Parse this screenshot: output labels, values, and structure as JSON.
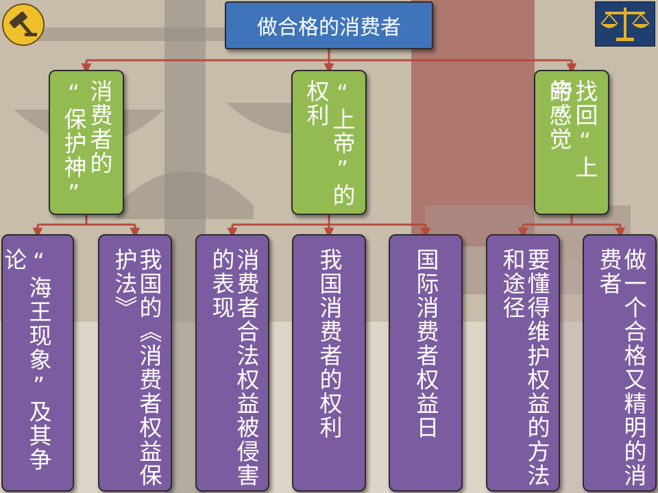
{
  "root": {
    "label": "做合格的消费者"
  },
  "branches": [
    {
      "label": "“消费者的保护神”",
      "lines": [
        "消费者的",
        "“保护神”"
      ],
      "children": [
        {
          "lines": [
            "“海王现象”及其争论"
          ]
        },
        {
          "lines": [
            "我国的《消费者权益保",
            "护法》"
          ]
        }
      ]
    },
    {
      "label": "“上帝”的权利",
      "lines": [
        "“上帝”的",
        "权利"
      ],
      "children": [
        {
          "lines": [
            "消费者合法权益被侵害",
            "的表现"
          ]
        },
        {
          "lines": [
            "我国消费者的权利"
          ]
        },
        {
          "lines": [
            "国际消费者权益日"
          ]
        }
      ]
    },
    {
      "label": "找回“上帝”的感觉",
      "lines": [
        "找回“上帝”",
        "的感觉"
      ],
      "children": [
        {
          "lines": [
            "要懂得维护权益的方法",
            "和途径"
          ]
        },
        {
          "lines": [
            "做一个合格又精明的消",
            "费者"
          ]
        }
      ]
    }
  ],
  "icons": {
    "top_left": "gavel-icon",
    "top_right": "scales-icon"
  },
  "colors": {
    "root": "#3f74ba",
    "level1": "#93bb52",
    "level2": "#7c5ca1",
    "connector": "#b84a3c"
  }
}
